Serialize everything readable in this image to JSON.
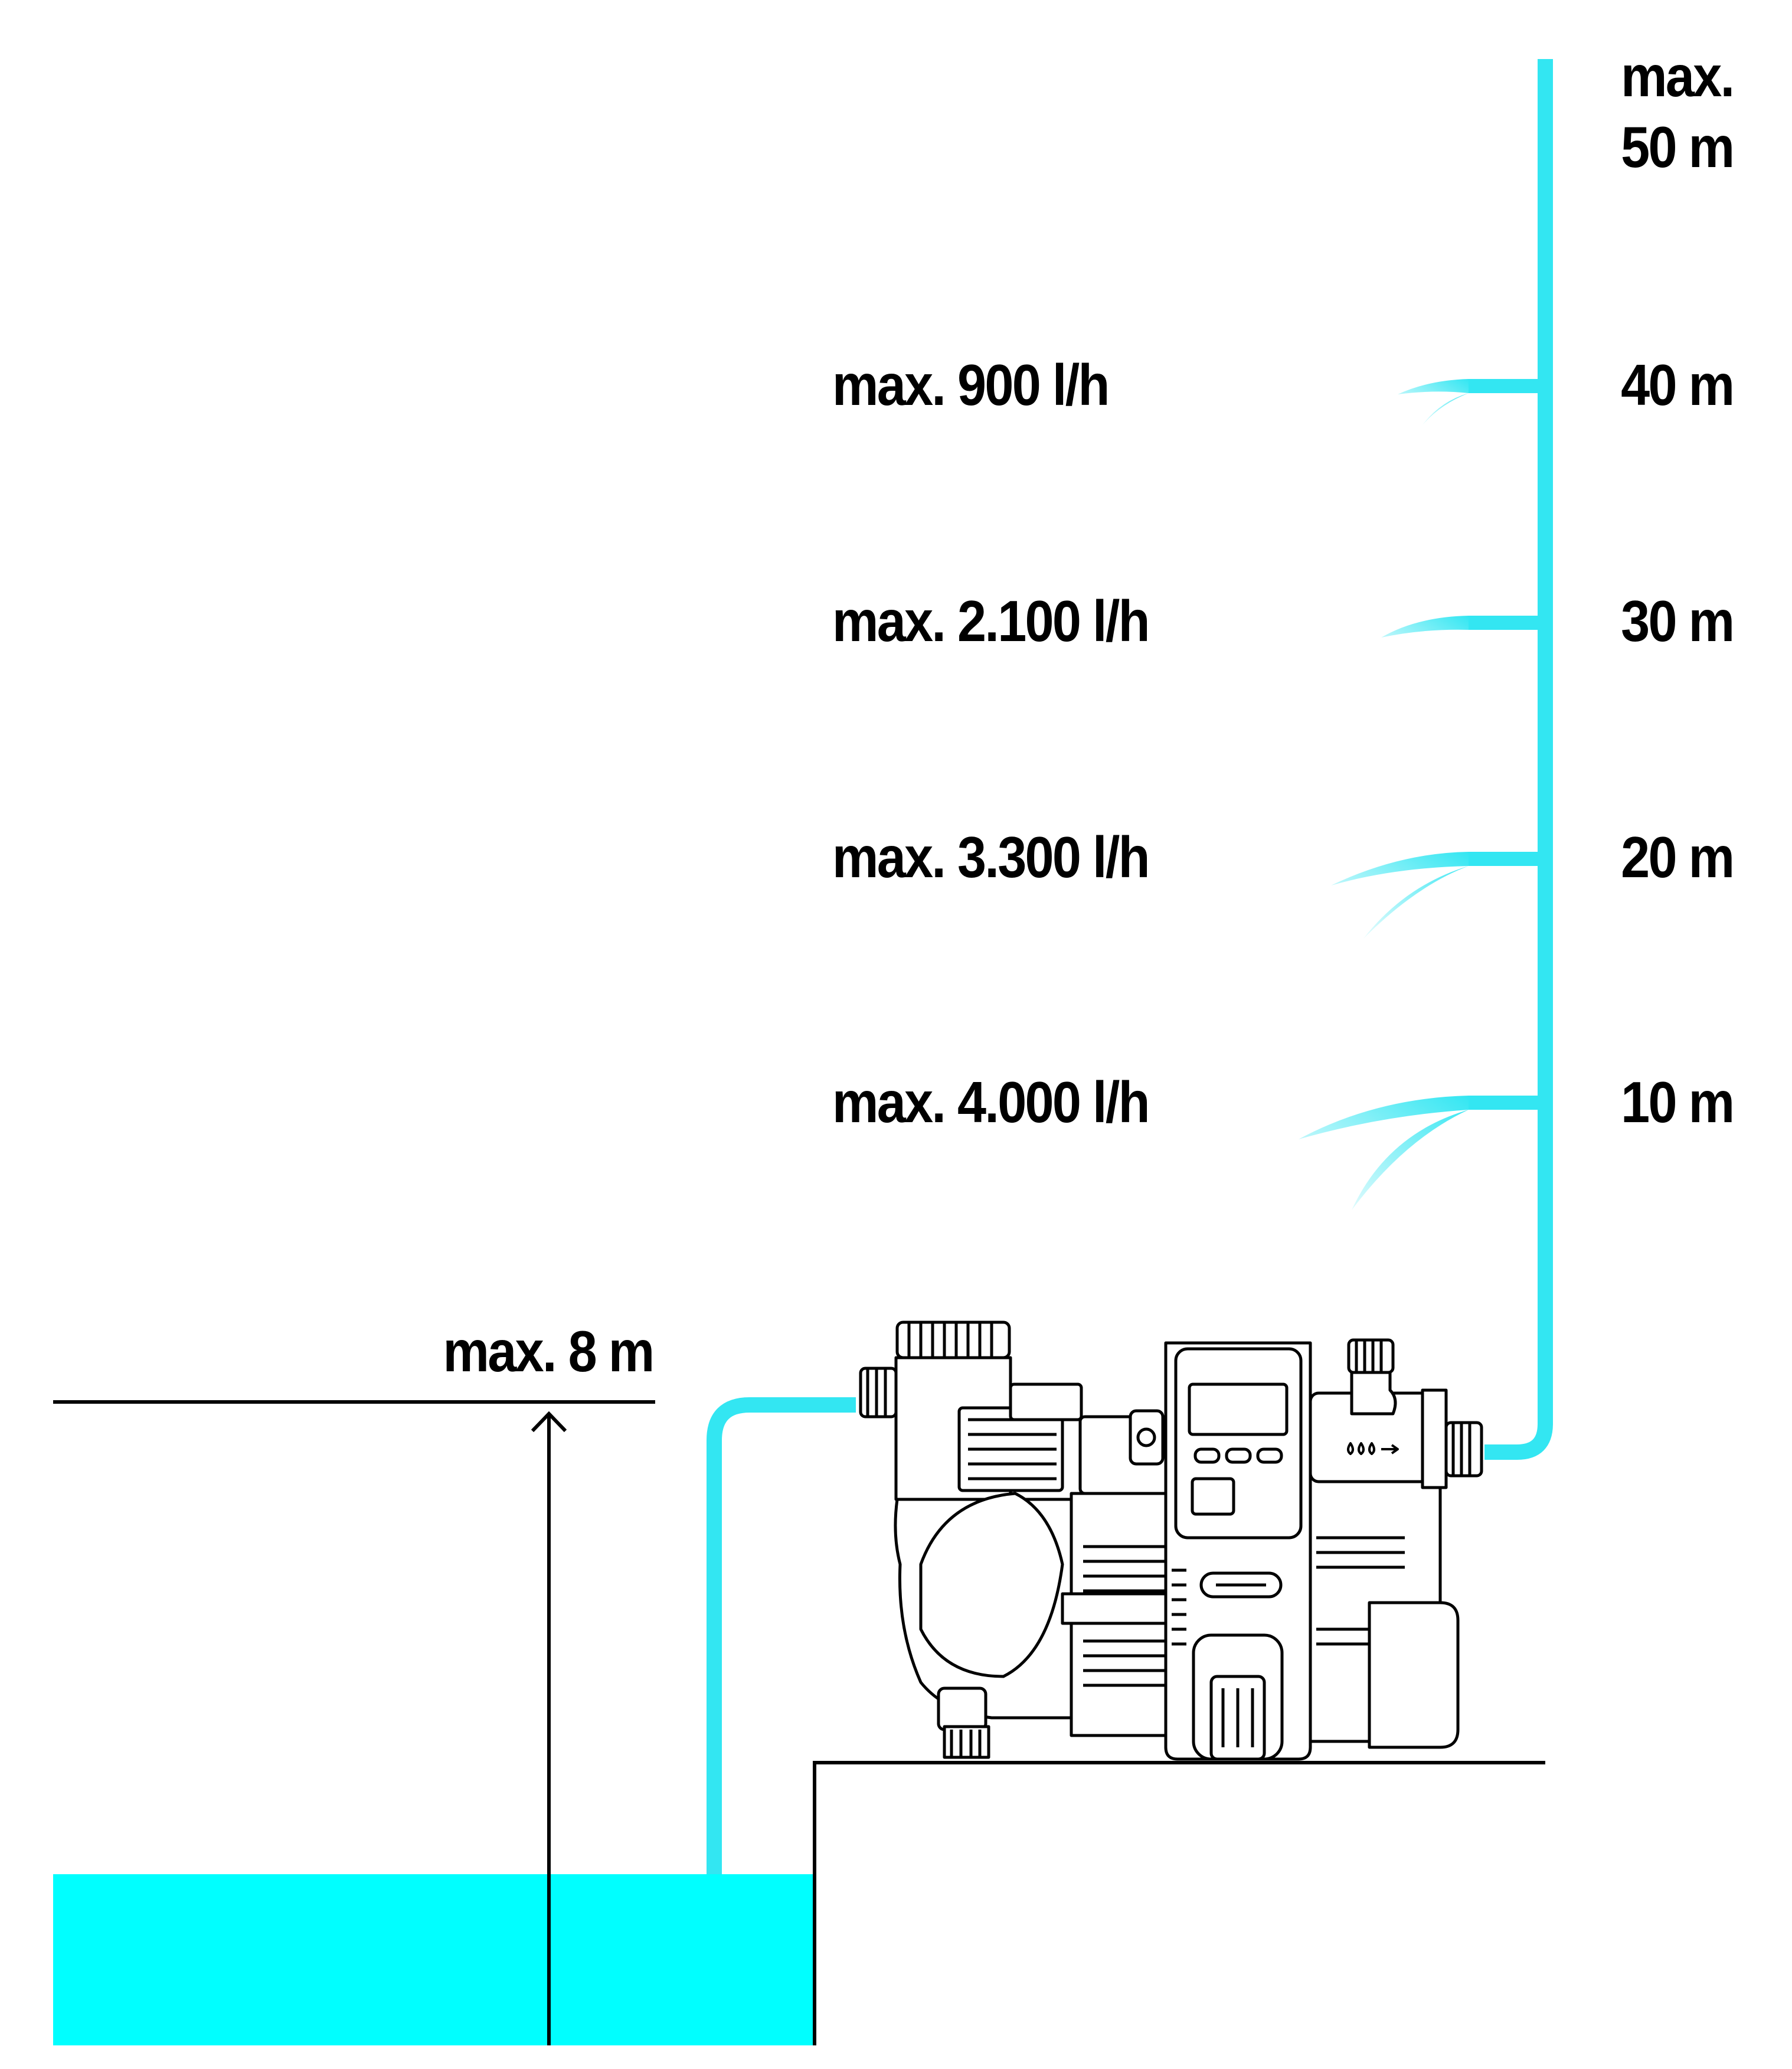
{
  "colors": {
    "water": "#00ffff",
    "pipe": "#33e6f2",
    "ink": "#000000"
  },
  "labels": {
    "max_height_line1": "max.",
    "max_height_line2": "50 m",
    "suction_height": "max. 8 m"
  },
  "outlets": [
    {
      "height": "40 m",
      "flow": "max. 900 l/h"
    },
    {
      "height": "30 m",
      "flow": "max. 2.100 l/h"
    },
    {
      "height": "20 m",
      "flow": "max. 3.300 l/h"
    },
    {
      "height": "10 m",
      "flow": "max. 4.000 l/h"
    }
  ],
  "pump": {
    "icon": "garden-pump-icon",
    "display_icon": "pump-display-icon",
    "water-arrow-symbol": "water-drops-arrow-icon"
  }
}
